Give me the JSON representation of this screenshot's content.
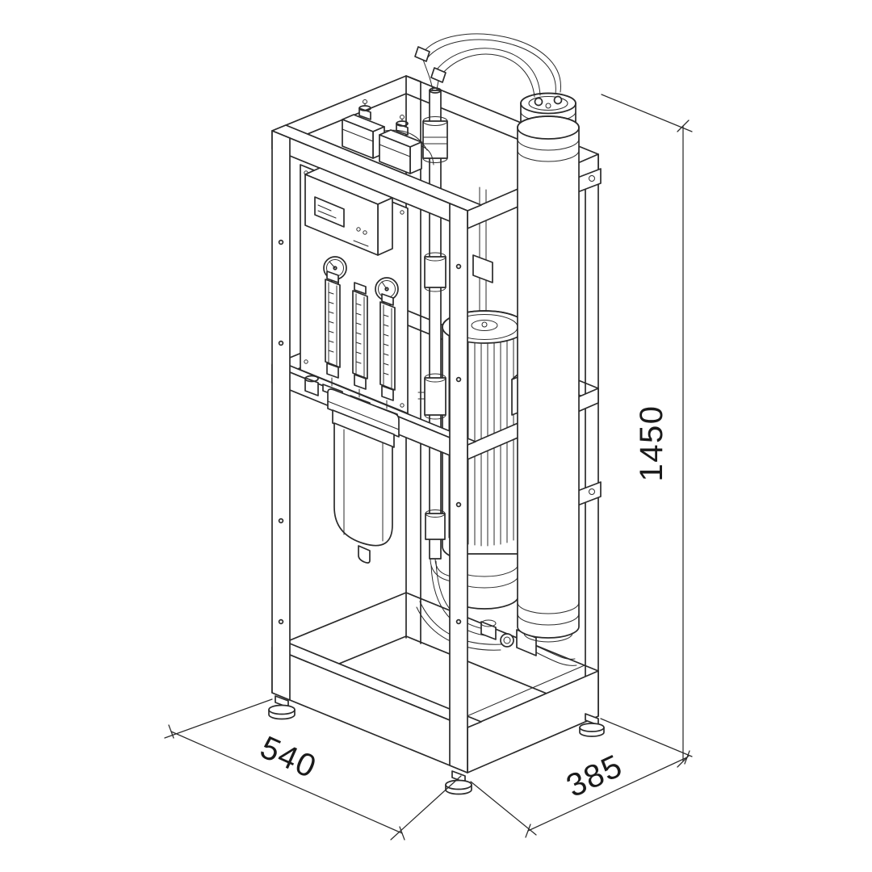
{
  "drawing": {
    "background_color": "#ffffff",
    "line_color": "#2a2a2a",
    "label_color": "#1a1a1a"
  },
  "dimensions": {
    "height_label": "1450",
    "width_label": "540",
    "depth_label": "385"
  }
}
